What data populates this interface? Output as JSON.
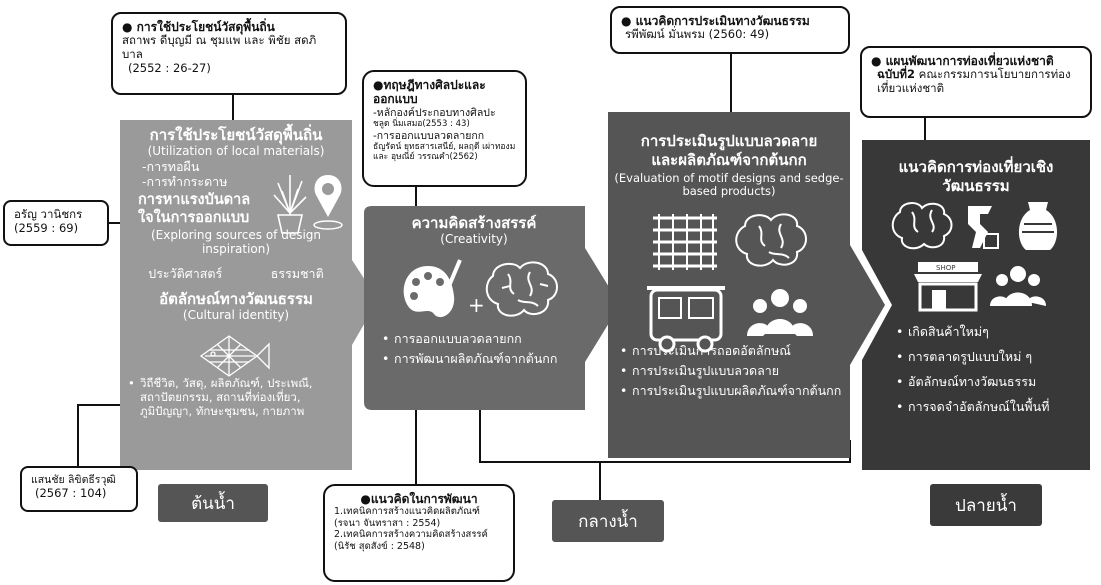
{
  "note_local_materials": {
    "title": "การใช้ประโยชน์วัสดุพื้นถิ่น",
    "authors": "สถาพร ดีบุญมี ณ ชุมแพ และ พิชัย สดภิบาล",
    "cite": "(2552 : 26-27)"
  },
  "note_arun": {
    "name": "อรัญ วานิชกร",
    "cite": "(2559 : 69)"
  },
  "note_saensai": {
    "name": "แสนชัย ลิขิตธีรวุฒิ",
    "cite": "(2567 : 104)"
  },
  "note_art_theory": {
    "title": "ทฤษฎีทางศิลปะและออกแบบ",
    "item1": "-หลักองค์ประกอบทางศิลปะ",
    "item1_ref": "ชลูด นิ่มเสมอ(2553 : 43)",
    "item2": "-การออกแบบลวดลายกก",
    "item2_ref": "ธัญรัตน์ ยุทธสารเสนีย์, ผลฤดี เผ่าทองม และ อุษณีย์ วรรณคำ(2562)"
  },
  "note_cultural_eval": {
    "title": "แนวคิดการประเมินทางวัฒนธรรม",
    "ref": "รพีพัฒน์ มั่นพรม (2560: 49)"
  },
  "note_tourism_plan": {
    "title": "แผนพัฒนาการท่องเที่ยวแห่งชาติ",
    "title2": "ฉบับที่2",
    "ref": "คณะกรรมการนโยบายการท่องเที่ยวแห่งชาติ"
  },
  "note_development": {
    "title": "แนวคิดในการพัฒนา",
    "item1": "1.เทคนิคการสร้างแนวคิดผลิตภัณฑ์",
    "item1_ref": "(รจนา จันทราสา : 2554)",
    "item2": "2.เทคนิคการสร้างความคิดสร้างสรรค์",
    "item2_ref": "(นิรัช สุดสังข์ : 2548)"
  },
  "stage_upstream": {
    "heading": "การใช้ประโยชน์วัสดุพื้นถิ่น",
    "heading_en": "(Utilization of local materials)",
    "bullet1": "-การทอผืน",
    "bullet2": "-การทำกระดาษ",
    "heading2": "การหาแรงบันดาลใจในการออกแบบ",
    "heading2_en": "(Exploring sources of design inspiration)",
    "word_history": "ประวัติศาสตร์",
    "word_nature": "ธรรมชาติ",
    "heading3": "อัตลักษณ์ทางวัฒนธรรม",
    "heading3_en": "(Cultural identity)",
    "culture_list": "วิถีชีวิต, วัสดุ, ผลิตภัณฑ์, ประเพณี, สถาปัตยกรรม, สถานที่ท่องเที่ยว, ภูมิปัญญา, ทักษะชุมชน, กายภาพ",
    "label": "ต้นน้ำ"
  },
  "stage_creativity": {
    "heading": "ความคิดสร้างสรรค์",
    "heading_en": "(Creativity)",
    "bullet1": "การออกแบบลวดลายกก",
    "bullet2": "การพัฒนาผลิตภัณฑ์จากต้นกก"
  },
  "stage_midstream": {
    "heading": "การประเมินรูปแบบลวดลายและผลิตภัณฑ์จากต้นกก",
    "heading_en": "(Evaluation of motif designs and sedge-based products)",
    "bullet1": "การประเมินการถอดอัตลักษณ์",
    "bullet2": "การประเมินรูปแบบลวดลาย",
    "bullet3": "การประเมินรูปแบบผลิตภัณฑ์จากต้นกก",
    "label": "กลางน้ำ"
  },
  "stage_downstream": {
    "heading": "แนวคิดการท่องเที่ยวเชิงวัฒนธรรม",
    "shop_sign": "SHOP",
    "bullet1": "เกิดสินค้าใหม่ๆ",
    "bullet2": "การตลาดรูปแบบใหม่ ๆ",
    "bullet3": "อัตลักษณ์ทางวัฒนธรรม",
    "bullet4": "การจดจำอัตลักษณ์ในพื้นที่",
    "label": "ปลายน้ำ"
  },
  "colors": {
    "upstream": "#9a9a9a",
    "creativity": "#6a6a6a",
    "midstream": "#5a5a5a",
    "downstream": "#3a3a3a"
  }
}
